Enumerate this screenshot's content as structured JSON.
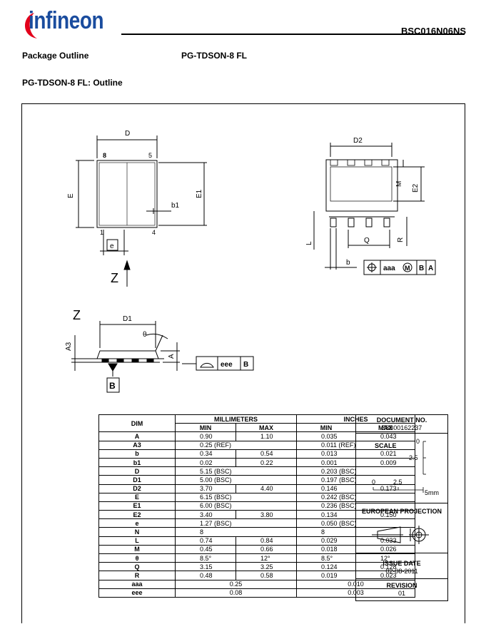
{
  "header": {
    "logo_text": "infineon",
    "part_number": "BSC016N06NS"
  },
  "title": {
    "package_outline_label": "Package Outline",
    "package_name": "PG-TDSON-8 FL",
    "outline_heading": "PG-TDSON-8 FL: Outline"
  },
  "drawing": {
    "top_view": {
      "D": "D",
      "E": "E",
      "E1": "E1",
      "b1": "b1",
      "pin8": "8",
      "pin5": "5",
      "pin1": "1",
      "pin4": "4",
      "e": "e",
      "Z": "Z"
    },
    "bottom_view": {
      "D2": "D2",
      "M": "M",
      "E2": "E2",
      "L": "L",
      "Q": "Q",
      "R": "R",
      "b": "b",
      "aaa": "aaa",
      "M_circ": "M",
      "B": "B",
      "A": "A"
    },
    "side_view": {
      "Z": "Z",
      "D1": "D1",
      "theta": "θ",
      "A3": "A3",
      "A": "A",
      "eee": "eee",
      "B": "B",
      "datum_B": "B"
    }
  },
  "table": {
    "dim_header": "DIM",
    "mm_header": "MILLIMETERS",
    "in_header": "INCHES",
    "min": "MIN",
    "max": "MAX",
    "rows": [
      {
        "dim": "A",
        "mm_min": "0.90",
        "mm_max": "1.10",
        "in_min": "0.035",
        "in_max": "0.043"
      },
      {
        "dim": "A3",
        "mm_span": "0.25 (REF)",
        "in_span": "0.011 (REF)"
      },
      {
        "dim": "b",
        "mm_min": "0.34",
        "mm_max": "0.54",
        "in_min": "0.013",
        "in_max": "0.021"
      },
      {
        "dim": "b1",
        "mm_min": "0.02",
        "mm_max": "0.22",
        "in_min": "0.001",
        "in_max": "0.009"
      },
      {
        "dim": "D",
        "mm_span": "5.15 (BSC)",
        "in_span": "0.203 (BSC)"
      },
      {
        "dim": "D1",
        "mm_span": "5.00 (BSC)",
        "in_span": "0.197 (BSC)"
      },
      {
        "dim": "D2",
        "mm_min": "3.70",
        "mm_max": "4.40",
        "in_min": "0.146",
        "in_max": "0.173"
      },
      {
        "dim": "E",
        "mm_span": "6.15 (BSC)",
        "in_span": "0.242 (BSC)"
      },
      {
        "dim": "E1",
        "mm_span": "6.00 (BSC)",
        "in_span": "0.236 (BSC)"
      },
      {
        "dim": "E2",
        "mm_min": "3.40",
        "mm_max": "3.80",
        "in_min": "0.134",
        "in_max": "0.150"
      },
      {
        "dim": "e",
        "mm_span": "1.27 (BSC)",
        "in_span": "0.050 (BSC)"
      },
      {
        "dim": "N",
        "mm_span": "8",
        "in_span": "8"
      },
      {
        "dim": "L",
        "mm_min": "0.74",
        "mm_max": "0.84",
        "in_min": "0.029",
        "in_max": "0.033"
      },
      {
        "dim": "M",
        "mm_min": "0.45",
        "mm_max": "0.66",
        "in_min": "0.018",
        "in_max": "0.026"
      },
      {
        "dim": "θ",
        "mm_min": "8.5°",
        "mm_max": "12°",
        "in_min": "8.5°",
        "in_max": "12°"
      },
      {
        "dim": "Q",
        "mm_min": "3.15",
        "mm_max": "3.25",
        "in_min": "0.124",
        "in_max": "0.128"
      },
      {
        "dim": "R",
        "mm_min": "0.48",
        "mm_max": "0.58",
        "in_min": "0.019",
        "in_max": "0.023"
      },
      {
        "dim": "aaa",
        "mm_center": "0.25",
        "in_center": "0.010"
      },
      {
        "dim": "eee",
        "mm_center": "0.08",
        "in_center": "0.003"
      }
    ]
  },
  "info": {
    "doc_label": "DOCUMENT NO.",
    "doc_value": "Z8B00162237",
    "scale_label": "SCALE",
    "scale_0": "0",
    "scale_25": "2.5",
    "scale_0b": "0",
    "scale_25b": "2.5",
    "scale_5mm": "5mm",
    "projection_label": "EUROPEAN PROJECTION",
    "issue_label": "ISSUE DATE",
    "issue_value": "02-08-2011",
    "revision_label": "REVISION",
    "revision_value": "01"
  }
}
